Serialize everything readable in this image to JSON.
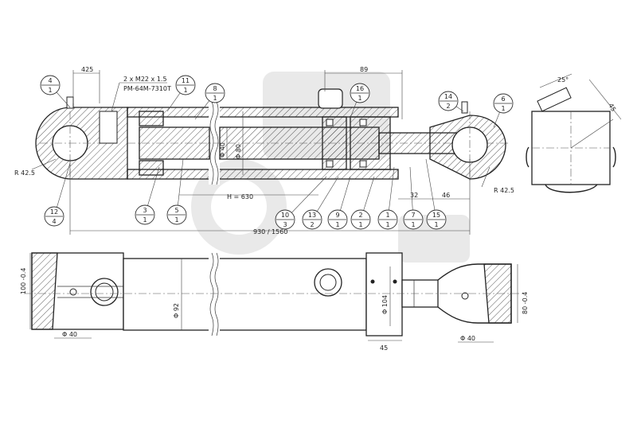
{
  "dimensions": {
    "d_425_top": "425",
    "thread": "2 x M22 x 1.5",
    "fitting": "PM-64M-7310T",
    "d_89": "89",
    "angle_25": "25°",
    "d_45_side": "45",
    "r_left": "R 42.5",
    "r_right": "R 42.5",
    "dia_40": "Φ 40",
    "dia_80": "Φ 80",
    "h_630": "H = 630",
    "d_32": "32",
    "d_46": "46",
    "len_930": "930 / 1560",
    "h_100": "100 -0.4",
    "dia_92": "Φ 92",
    "dia_104": "Φ 104",
    "d_45_bottom": "45",
    "dia_40_left": "Φ 40",
    "dia_40_right": "Φ 40",
    "h_80": "80 -0.4"
  },
  "balloons": [
    {
      "top": "4",
      "bottom": "1"
    },
    {
      "top": "11",
      "bottom": "1"
    },
    {
      "top": "8",
      "bottom": "1"
    },
    {
      "top": "16",
      "bottom": "1"
    },
    {
      "top": "14",
      "bottom": "2"
    },
    {
      "top": "6",
      "bottom": "1"
    },
    {
      "top": "12",
      "bottom": "4"
    },
    {
      "top": "3",
      "bottom": "1"
    },
    {
      "top": "5",
      "bottom": "1"
    },
    {
      "top": "10",
      "bottom": "3"
    },
    {
      "top": "13",
      "bottom": "2"
    },
    {
      "top": "9",
      "bottom": "1"
    },
    {
      "top": "2",
      "bottom": "1"
    },
    {
      "top": "1",
      "bottom": "1"
    },
    {
      "top": "7",
      "bottom": "1"
    },
    {
      "top": "15",
      "bottom": "1"
    }
  ]
}
